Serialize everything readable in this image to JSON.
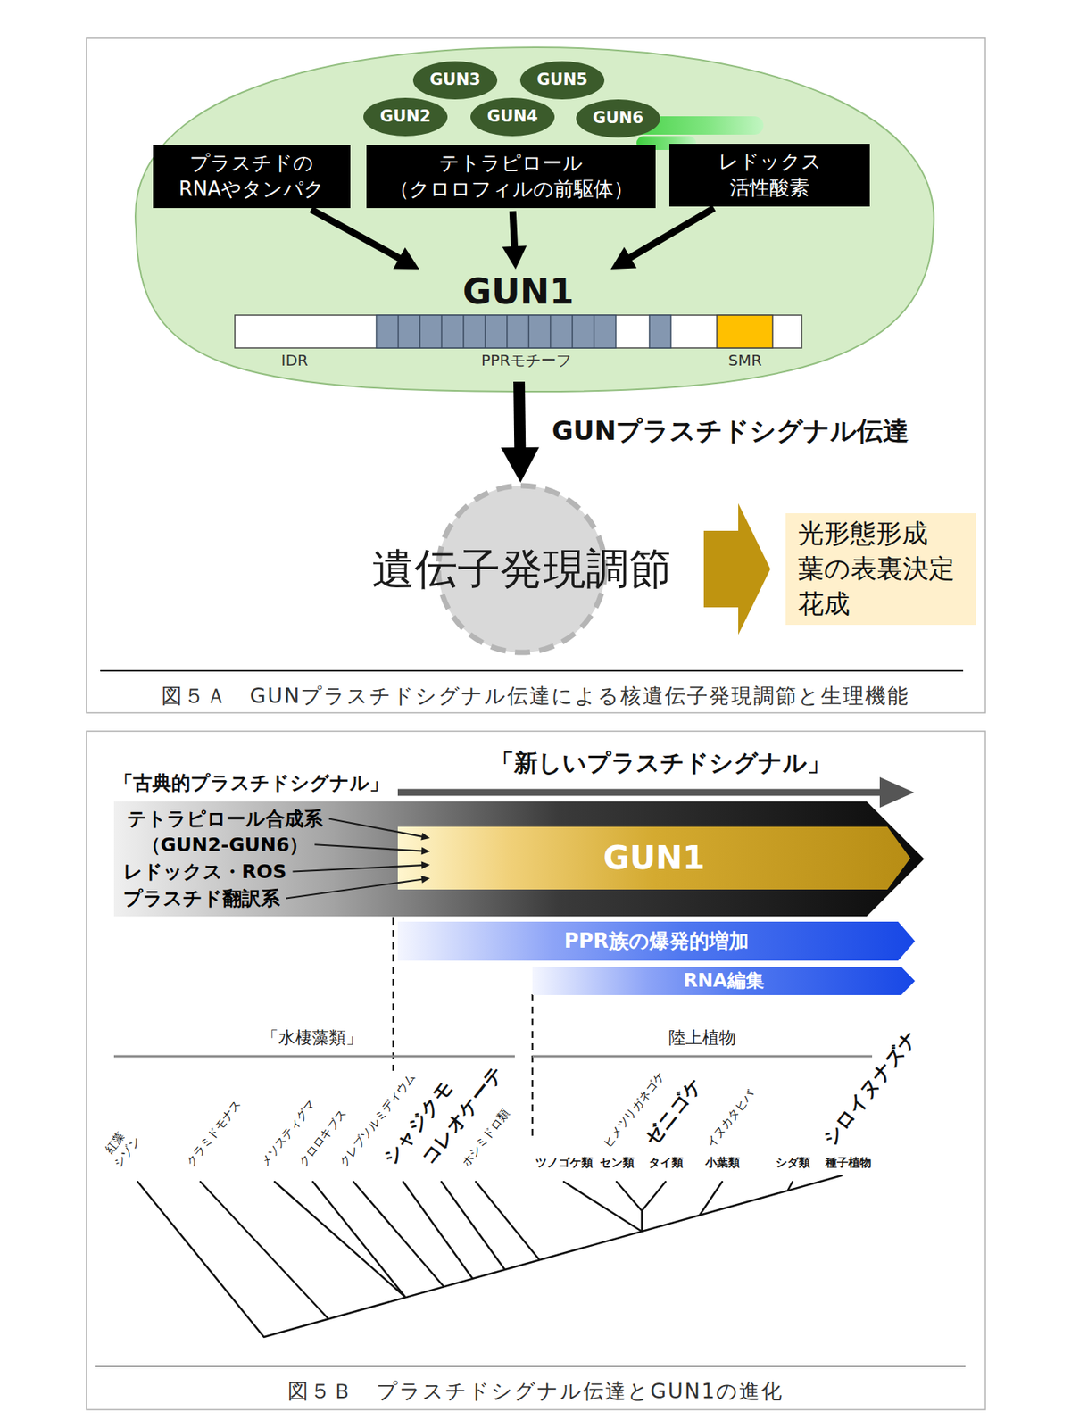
{
  "diagram": {
    "nodes": [
      {
        "text": [
          "GUN3"
        ]
      },
      {
        "text": [
          "GUN5"
        ]
      },
      {
        "text": [
          "GUN2"
        ]
      },
      {
        "text": [
          "GUN4"
        ]
      },
      {
        "text": [
          "GUN6"
        ]
      },
      {
        "text": [
          "プラスチドの RNAやタンパク"
        ]
      },
      {
        "text": [
          "テトラピロール （クロロフィルの前駆体）"
        ]
      },
      {
        "text": [
          "レドックス 活性酸素"
        ]
      },
      {
        "text": [
          "GUN1"
        ]
      },
      {
        "text": [
          "遺伝子発現調節"
        ]
      },
      {
        "text": [
          "光形態形成",
          "葉の表裏決定",
          "花成"
        ]
      },
      {
        "text": [
          "テトラピロール合成系 （GUN2-GUN6）",
          "レドックス・ROS",
          "プラスチド翻訳系"
        ]
      },
      {
        "text": [
          "GUN1"
        ],
        "in": 11
      },
      {
        "text": [
          "PPR族の爆発的増加"
        ]
      },
      {
        "text": [
          "RNA編集"
        ]
      }
    ],
    "edges": [
      {
        "from": 5,
        "to": 8,
        "arrow": "to"
      },
      {
        "from": 6,
        "to": 8,
        "arrow": "to"
      },
      {
        "from": 7,
        "to": 8,
        "arrow": "to"
      },
      {
        "from": 8,
        "to": 9,
        "arrow": "to",
        "label": "GUNプラスチドシグナル伝達"
      },
      {
        "from": 9,
        "to": 10,
        "arrow": "to"
      }
    ],
    "labels": [
      "IDR",
      "PPRモチーフ",
      "SMR",
      "図５Ａ　GUNプラスチドシグナル伝達による核遺伝子発現調節と生理機能",
      "「新しいプラスチドシグナル」",
      "「古典的プラスチドシグナル」",
      "「水棲藻類」",
      "陸上植物",
      "紅藻 シゾン",
      "クラミドモナス",
      "メソスティグマ",
      "クロロキブス",
      "クレブソルミディウム",
      "シャジクモ",
      "コレオケーテ",
      "ホシミドロ類",
      "ツノゴケ類",
      "セン類",
      "ヒメツリガネゴケ",
      "タイ類",
      "ゼニゴケ",
      "小葉類",
      "イヌカタヒバ",
      "シダ類",
      "種子植物",
      "シロイヌナズナ",
      "図５Ｂ　プラスチドシグナル伝達とGUN1の進化"
    ]
  }
}
